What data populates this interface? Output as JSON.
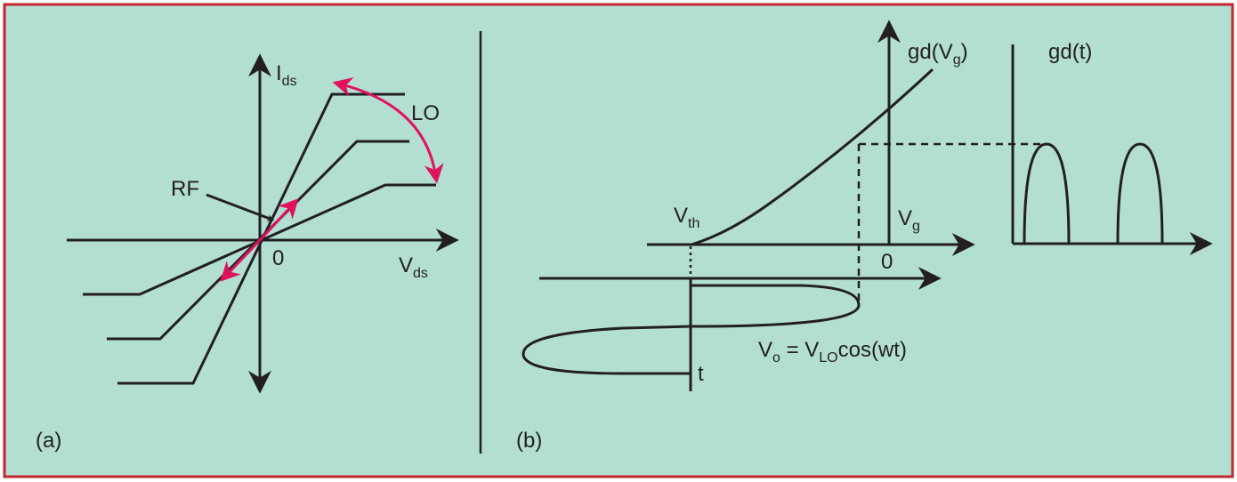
{
  "colors": {
    "background": "#b3ded2",
    "border": "#c1272d",
    "line": "#231f20",
    "accent": "#e0115f"
  },
  "panel_a": {
    "axis_y_label": "I",
    "axis_y_sub": "ds",
    "axis_x_label": "V",
    "axis_x_sub": "ds",
    "origin_label": "0",
    "rf_label": "RF",
    "lo_label": "LO",
    "caption": "(a)"
  },
  "panel_b": {
    "curve_label_main": "gd(V",
    "curve_label_sub": "g",
    "curve_label_end": ")",
    "vth_label": "V",
    "vth_sub": "th",
    "vg_label": "V",
    "vg_sub": "g",
    "origin_label": "0",
    "gdt_label": "gd(t)",
    "vo_label_a": "V",
    "vo_label_a_sub": "o",
    "vo_label_b": " = V",
    "vo_label_b_sub": "LO",
    "vo_label_c": "cos(wt)",
    "t_label": "t",
    "caption": "(b)"
  }
}
